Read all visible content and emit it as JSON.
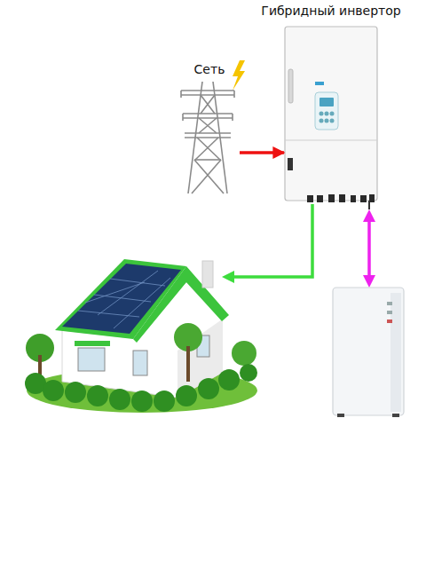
{
  "diagram": {
    "nodes": [
      {
        "text": [
          "Сеть"
        ]
      },
      {
        "text": [
          "Гибридный инвертор"
        ]
      }
    ],
    "edges": [
      {
        "from": 0,
        "to": 1,
        "arrow": "to"
      }
    ]
  }
}
